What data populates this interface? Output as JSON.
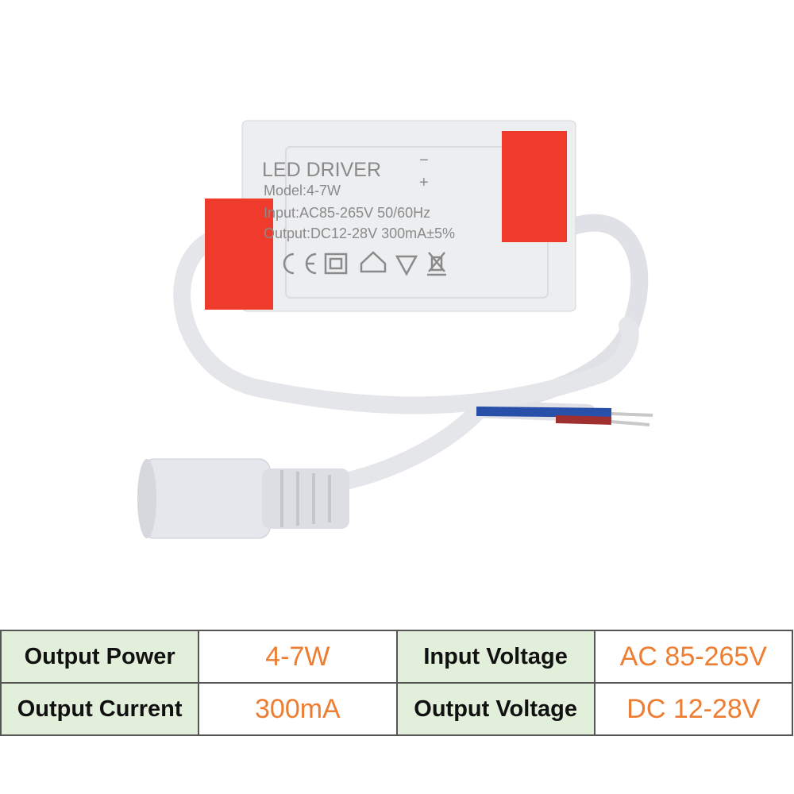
{
  "product": {
    "label": {
      "title": "LED DRIVER",
      "model": "Model:4-7W",
      "input": "Input:AC85-265V 50/60Hz",
      "output": "Output:DC12-28V 300mA±5%",
      "minus": "−",
      "plus": "+"
    },
    "colors": {
      "body": "#eceef0",
      "cap": "#ef3b2c",
      "cable": "#e4e6ea",
      "wire_blue": "#2850a8",
      "wire_red": "#a03030"
    }
  },
  "spec_table": {
    "rows": [
      {
        "label1": "Output Power",
        "value1": "4-7W",
        "label2": "Input Voltage",
        "value2": "AC 85-265V"
      },
      {
        "label1": "Output Current",
        "value1": "300mA",
        "label2": "Output Voltage",
        "value2": "DC 12-28V"
      }
    ],
    "colors": {
      "label_bg": "#e2efda",
      "value_text": "#ed7d31"
    }
  }
}
